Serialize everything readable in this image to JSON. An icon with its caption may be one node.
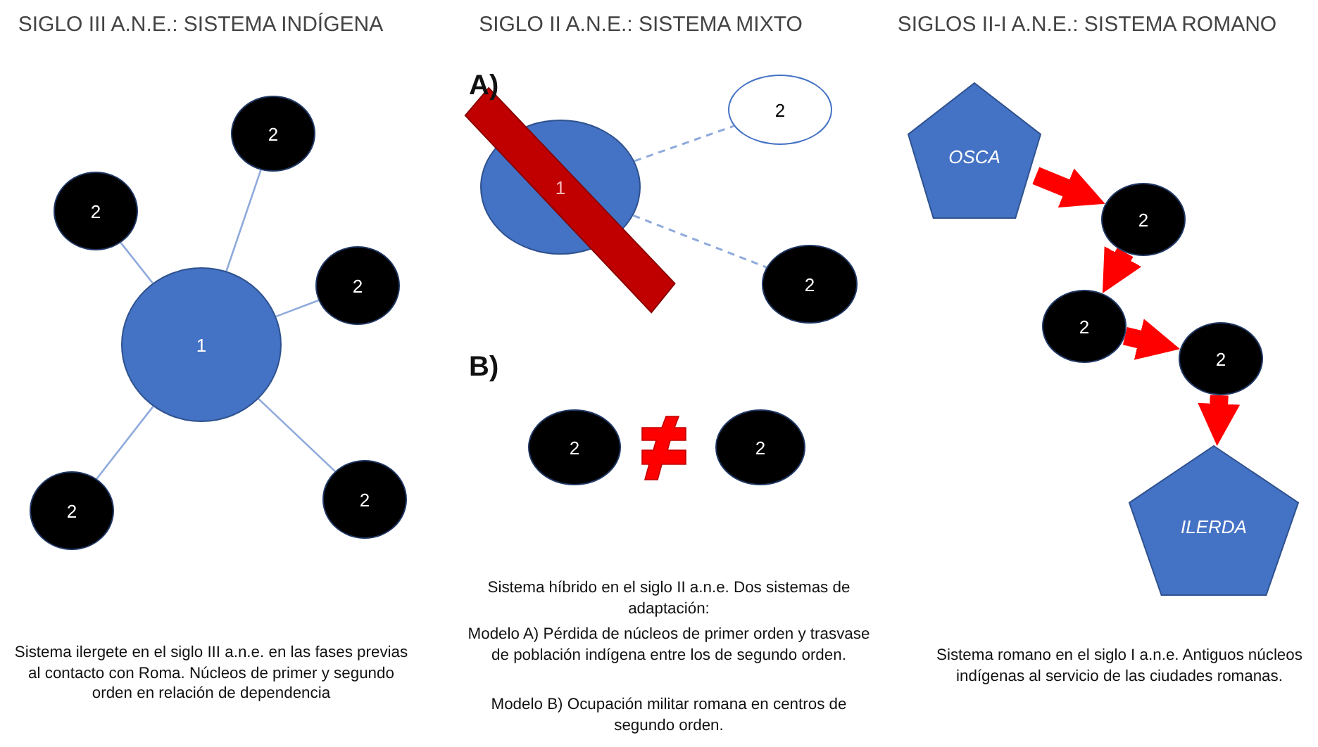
{
  "diagram": {
    "nodes": [
      {
        "text": [
          "1"
        ]
      },
      {
        "text": [
          "2"
        ]
      },
      {
        "text": [
          "2"
        ]
      },
      {
        "text": [
          "2"
        ]
      },
      {
        "text": [
          "2"
        ]
      },
      {
        "text": [
          "2"
        ]
      },
      {
        "text": [
          "1"
        ]
      },
      {
        "text": [
          "2"
        ]
      },
      {
        "text": [
          "2"
        ]
      },
      {
        "text": [
          "2"
        ]
      },
      {
        "text": [
          "2"
        ]
      },
      {
        "text": [
          "OSCA"
        ]
      },
      {
        "text": [
          "2"
        ]
      },
      {
        "text": [
          "2"
        ]
      },
      {
        "text": [
          "2"
        ]
      },
      {
        "text": [
          "ILERDA"
        ]
      }
    ],
    "edges": [
      {
        "from": 1,
        "to": 0,
        "arrow": "none"
      },
      {
        "from": 2,
        "to": 0,
        "arrow": "none"
      },
      {
        "from": 3,
        "to": 0,
        "arrow": "none"
      },
      {
        "from": 4,
        "to": 0,
        "arrow": "none"
      },
      {
        "from": 5,
        "to": 0,
        "arrow": "none"
      },
      {
        "from": 6,
        "to": 7,
        "arrow": "none",
        "style": "dashed"
      },
      {
        "from": 6,
        "to": 8,
        "arrow": "none",
        "style": "dashed"
      },
      {
        "from": 11,
        "to": 12,
        "arrow": "to",
        "style": "thick",
        "color": "#ff0000"
      },
      {
        "from": 12,
        "to": 13,
        "arrow": "to",
        "style": "thick",
        "color": "#ff0000"
      },
      {
        "from": 13,
        "to": 14,
        "arrow": "to",
        "style": "thick",
        "color": "#ff0000"
      },
      {
        "from": 14,
        "to": 15,
        "arrow": "to",
        "style": "thick",
        "color": "#ff0000"
      }
    ],
    "labels": [
      "SIGLO III A.N.E.: SISTEMA INDÍGENA",
      "SIGLO II A.N.E.: SISTEMA MIXTO",
      "SIGLOS II-I A.N.E.: SISTEMA ROMANO",
      "A)",
      "B)",
      "Sistema ilergete en el siglo III a.n.e. en las fases previas al contacto con Roma. Núcleos de primer y segundo orden en relación de dependencia",
      "Sistema híbrido en el siglo II a.n.e. Dos sistemas de adaptación:",
      "Modelo A) Pérdida de núcleos de primer orden y trasvase de población indígena entre los de segundo orden.",
      "Modelo B) Ocupación militar romana en centros de segundo orden.",
      "Sistema romano en el siglo I a.n.e. Antiguos núcleos indígenas al servicio de las ciudades romanas."
    ]
  }
}
